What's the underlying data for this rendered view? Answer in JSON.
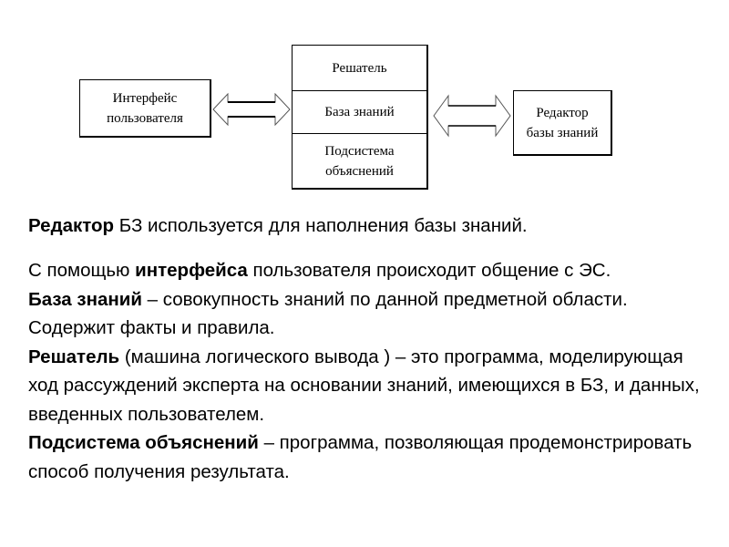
{
  "diagram": {
    "interface_box": [
      "Интерфейс",
      "пользователя"
    ],
    "center_box": {
      "solver": "Решатель",
      "knowledge_base": "База знаний",
      "explanation": [
        "Подсистема",
        "объяснений"
      ]
    },
    "editor_box": [
      "Редактор",
      "базы знаний"
    ]
  },
  "text": {
    "p1": {
      "b1": "Редактор",
      "t1": " БЗ используется для наполнения базы знаний."
    },
    "p2": {
      "l1a": "С помощью ",
      "l1b": "интерфейса",
      "l1c": " пользователя происходит общение с ЭС.",
      "l2a": "База знаний",
      "l2b": " – совокупность знаний по данной предметной области. Содержит факты и правила.",
      "l3a": "Решатель",
      "l3b": " (машина логического вывода ) – это программа, моделирующая ход рассуждений эксперта на основании знаний, имеющихся в БЗ, и данных, введенных пользователем.",
      "l4a": "Подсистема объяснений",
      "l4b": " – программа, позволяющая продемонстрировать способ получения результата."
    }
  }
}
